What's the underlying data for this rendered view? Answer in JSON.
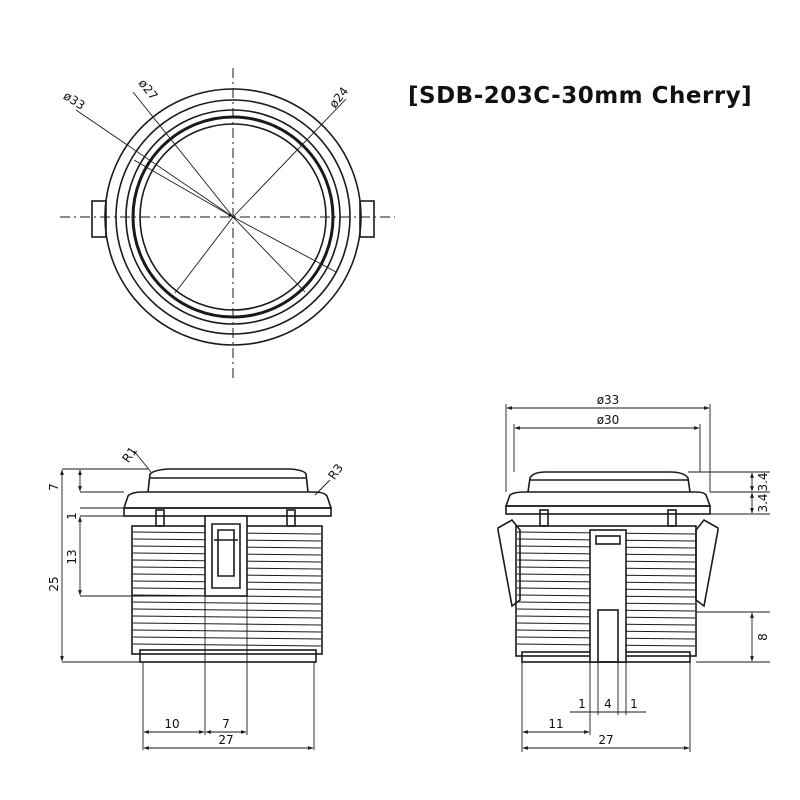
{
  "title": "[SDB-203C-30mm Cherry]",
  "top_view": {
    "dim_outer": "ø33",
    "dim_mid": "ø27",
    "dim_inner": "ø24"
  },
  "front_view": {
    "radius_top": "R1",
    "radius_flange": "R3",
    "height_cap": "7",
    "height_step": "1",
    "height_thread": "13",
    "height_total": "25",
    "width_left": "10",
    "width_slot": "7",
    "width_total": "27"
  },
  "side_view": {
    "dia_flange": "ø33",
    "dia_cap": "ø30",
    "height_cap": "3.4",
    "height_flange": "3.4",
    "height_tab": "8",
    "width_left": "11",
    "gap_left": "1",
    "tab_width": "4",
    "gap_right": "1",
    "width_total": "27"
  }
}
